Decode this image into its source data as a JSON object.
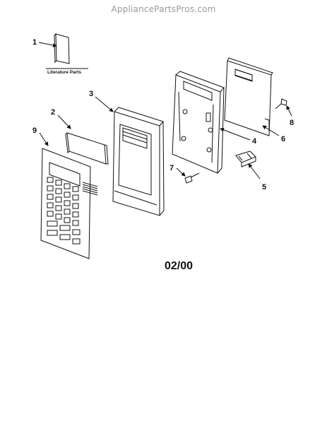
{
  "watermark": "AppliancePartsPros.com",
  "literature_label": "Literature Parts",
  "date_code": "02/00",
  "callouts": [
    "1",
    "2",
    "3",
    "4",
    "5",
    "6",
    "7",
    "8",
    "9"
  ]
}
